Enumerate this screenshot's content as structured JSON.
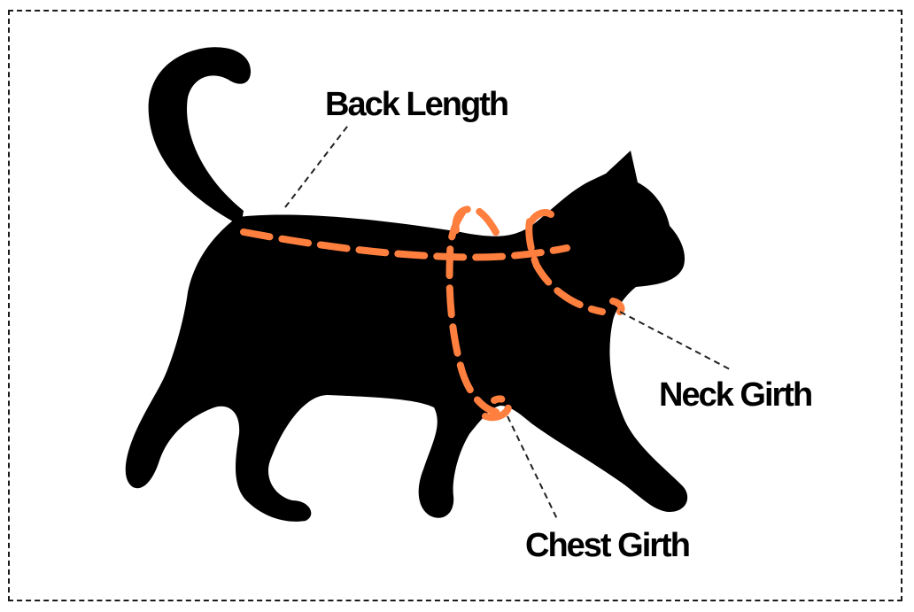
{
  "labels": {
    "back_length": "Back Length",
    "neck_girth": "Neck Girth",
    "chest_girth": "Chest Girth"
  },
  "colors": {
    "silhouette": "#000000",
    "measure_line": "#ff7f3f",
    "leader_line": "#222222",
    "frame_border": "#1a1a1a",
    "background": "#ffffff"
  }
}
